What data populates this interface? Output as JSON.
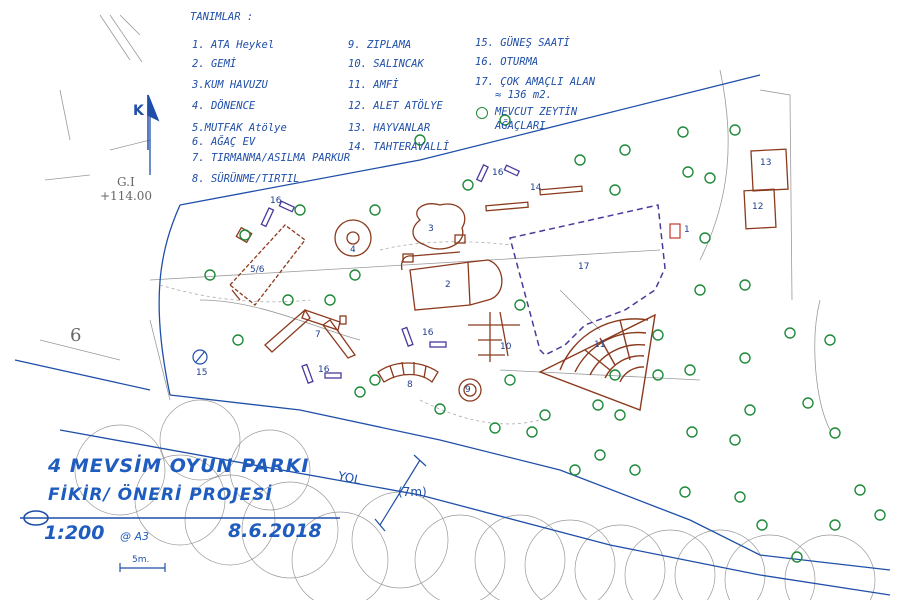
{
  "legend": {
    "title": "TANIMLAR :",
    "items": [
      "1. ATA Heykel",
      "2. GEMİ",
      "3.KUM HAVUZU",
      "4. DÖNENCE",
      "5.MUTFAK Atölye",
      "6. AĞAÇ EV",
      "7. TIRMANMA/ASILMA PARKUR",
      "8. SÜRÜNME/TIRTIL",
      "9. ZIPLAMA",
      "10. SALINCAK",
      "11. AMFİ",
      "12. ALET ATÖLYE",
      "13. HAYVANLAR",
      "14. TAHTERAVALLİ",
      "15. GÜNEŞ SAATİ",
      "16. OTURMA",
      "17. ÇOK AMAÇLI ALAN",
      "≈ 136 m2."
    ],
    "tree_label": "MEVCUT ZEYTİN AĞAÇLARI"
  },
  "north": "K",
  "elevation": {
    "code": "G.I",
    "value": "+114.00"
  },
  "edge_number": "6",
  "title": {
    "line1": "4 MEVSİM OYUN PARKI",
    "line2": "FİKİR/ ÖNERİ PROJESİ",
    "scale": "1:200",
    "paper": "@ A3",
    "date": "8.6.2018"
  },
  "road_label": "YOL",
  "road_width": "(7m)",
  "scale_bar_label": "5m.",
  "plan_labels": {
    "n1": "1",
    "n2": "2",
    "n3": "3",
    "n4": "4",
    "n5": "5/6",
    "n7": "7",
    "n8": "8",
    "n9": "9",
    "n10": "10",
    "n11": "11",
    "n12": "12",
    "n13": "13",
    "n14": "14",
    "n15": "15",
    "n16a": "16",
    "n16b": "16",
    "n16c": "16",
    "n16d": "16",
    "n17": "17"
  },
  "colors": {
    "blue": "#1f4fa8",
    "brown": "#8b3a1e",
    "green": "#1f8a3a",
    "purple": "#4a3a9c",
    "grey": "#9a9a9a"
  }
}
